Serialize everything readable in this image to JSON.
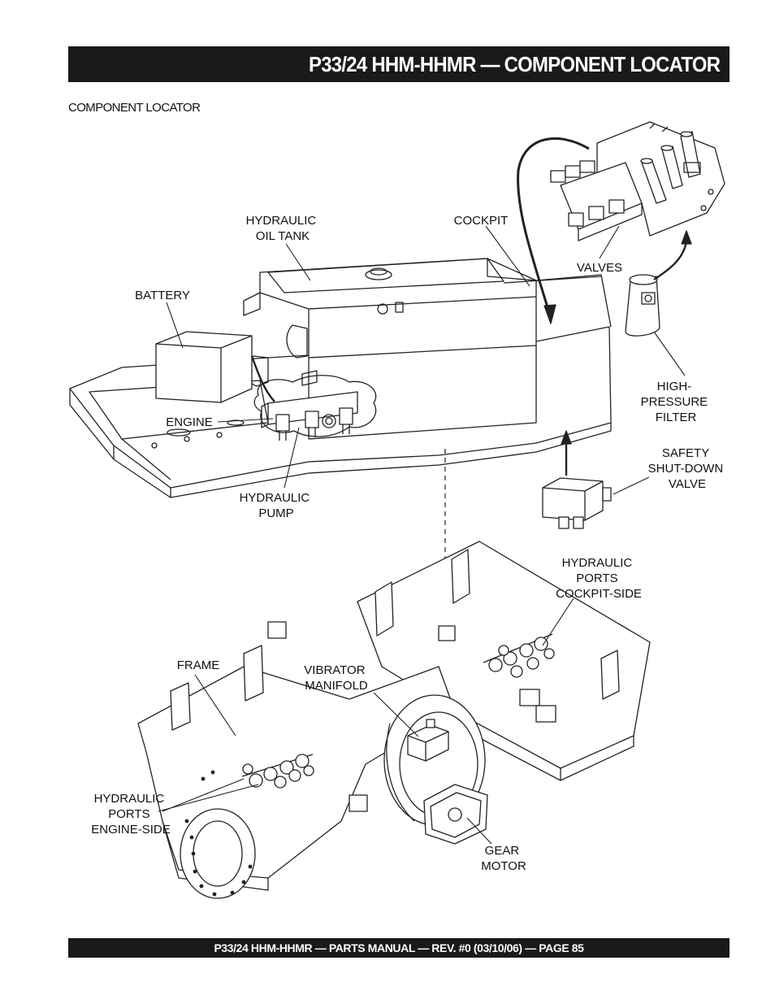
{
  "header": {
    "title": "P33/24 HHM-HHMR — COMPONENT LOCATOR"
  },
  "section_title": "COMPONENT LOCATOR",
  "labels": {
    "hydraulic_oil_tank": [
      "HYDRAULIC",
      "OIL TANK"
    ],
    "cockpit": [
      "COCKPIT"
    ],
    "battery": [
      "BATTERY"
    ],
    "valves": [
      "VALVES"
    ],
    "high_pressure_filter": [
      "HIGH-",
      "PRESSURE",
      "FILTER"
    ],
    "engine": [
      "ENGINE"
    ],
    "hydraulic_pump": [
      "HYDRAULIC",
      "PUMP"
    ],
    "safety_shut_down_valve": [
      "SAFETY",
      "SHUT-DOWN",
      "VALVE"
    ],
    "hydraulic_ports_cockpit_side": [
      "HYDRAULIC",
      "PORTS",
      "COCKPIT-SIDE"
    ],
    "frame": [
      "FRAME"
    ],
    "vibrator_manifold": [
      "VIBRATOR",
      "MANIFOLD"
    ],
    "hydraulic_ports_engine_side": [
      "HYDRAULIC",
      "PORTS",
      "ENGINE-SIDE"
    ],
    "gear_motor": [
      "GEAR",
      "MOTOR"
    ]
  },
  "footer": {
    "text": "P33/24 HHM-HHMR — PARTS MANUAL — REV. #0 (03/10/06) — PAGE 85"
  }
}
